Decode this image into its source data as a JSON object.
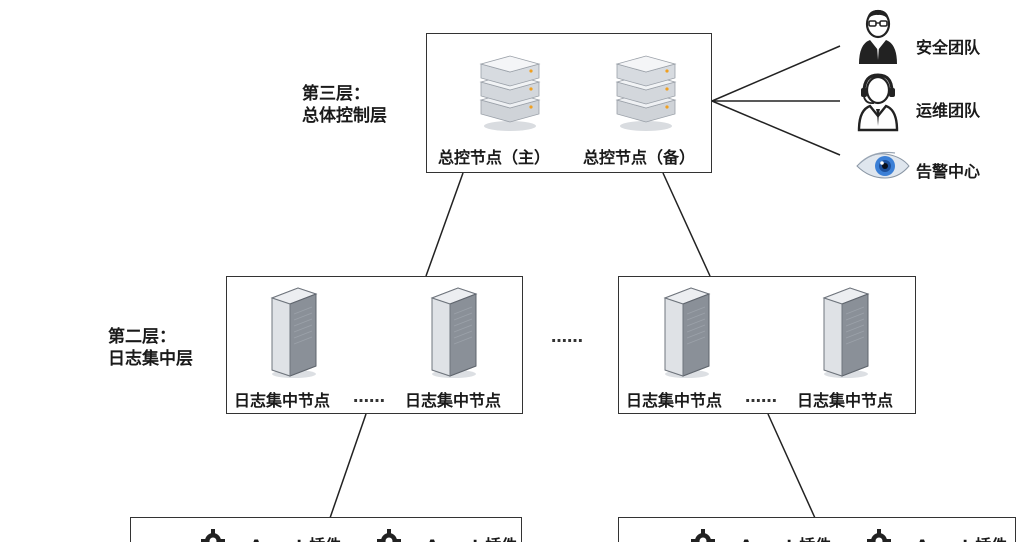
{
  "layers": {
    "layer3": {
      "line1": "第三层：",
      "line2": "总体控制层"
    },
    "layer2": {
      "line1": "第二层：",
      "line2": "日志集中层"
    }
  },
  "control_nodes": {
    "primary": "总控节点（主）",
    "backup": "总控节点（备）"
  },
  "collector_groups": [
    {
      "node_a": "日志集中节点",
      "separator": "……",
      "node_b": "日志集中节点"
    },
    {
      "node_a": "日志集中节点",
      "separator": "……",
      "node_b": "日志集中节点"
    }
  ],
  "group_separator": "……",
  "receivers": [
    {
      "label": "安全团队",
      "icon": "security-team-icon"
    },
    {
      "label": "运维团队",
      "icon": "ops-team-icon"
    },
    {
      "label": "告警中心",
      "icon": "alert-eye-icon"
    }
  ],
  "agents": [
    {
      "label": "Agent 插件",
      "icon": "gear-icon"
    },
    {
      "label": "Agent 插件",
      "icon": "gear-icon"
    },
    {
      "label": "Agent 插件",
      "icon": "gear-icon"
    },
    {
      "label": "Agent 插件",
      "icon": "gear-icon"
    }
  ],
  "colors": {
    "line": "#222222",
    "server_light": "#e8eaee",
    "server_dark": "#7a8088",
    "eye_blue": "#3b7fd6"
  }
}
